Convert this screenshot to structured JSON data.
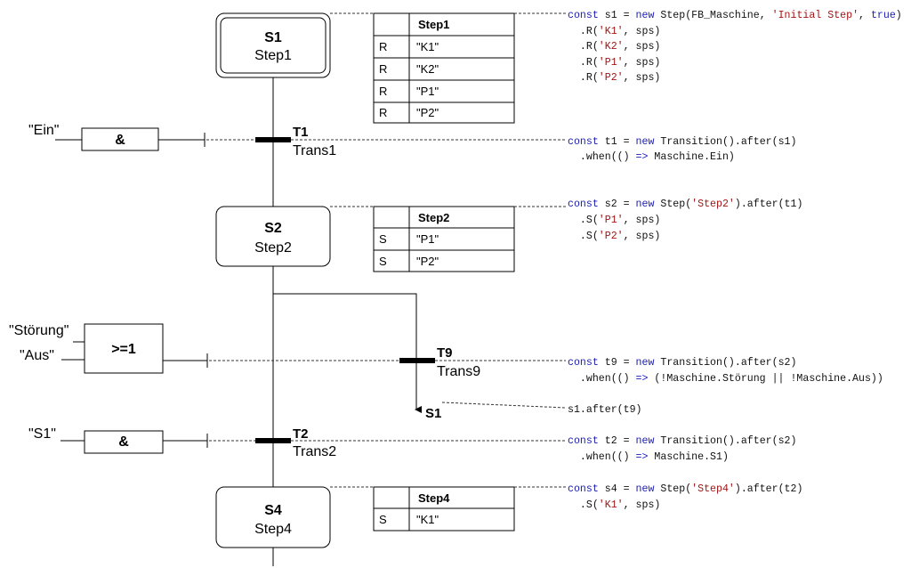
{
  "colors": {
    "keyword": "#1c1cb4",
    "string": "#a31515",
    "text": "#111111"
  },
  "steps": [
    {
      "name": "S1",
      "label": "Step1",
      "initial": true
    },
    {
      "name": "S2",
      "label": "Step2"
    },
    {
      "name": "S4",
      "label": "Step4"
    }
  ],
  "transitions": [
    {
      "name": "T1",
      "label": "Trans1"
    },
    {
      "name": "T9",
      "label": "Trans9",
      "jump_target": "S1"
    },
    {
      "name": "T2",
      "label": "Trans2"
    }
  ],
  "conditions": [
    {
      "gate": "&",
      "inputs": [
        "\"Ein\""
      ]
    },
    {
      "gate": ">=1",
      "inputs": [
        "\"Störung\"",
        "\"Aus\""
      ]
    },
    {
      "gate": "&",
      "inputs": [
        "\"S1\""
      ]
    }
  ],
  "action_tables": [
    {
      "title": "Step1",
      "rows": [
        [
          "R",
          "\"K1\""
        ],
        [
          "R",
          "\"K2\""
        ],
        [
          "R",
          "\"P1\""
        ],
        [
          "R",
          "\"P2\""
        ]
      ]
    },
    {
      "title": "Step2",
      "rows": [
        [
          "S",
          "\"P1\""
        ],
        [
          "S",
          "\"P2\""
        ]
      ]
    },
    {
      "title": "Step4",
      "rows": [
        [
          "S",
          "\"K1\""
        ]
      ]
    }
  ],
  "code_lines": [
    [
      {
        "t": "const",
        "c": "kw"
      },
      {
        "t": " s1 = "
      },
      {
        "t": "new",
        "c": "kw"
      },
      {
        "t": " Step(FB_Maschine, "
      },
      {
        "t": "'Initial Step'",
        "c": "str"
      },
      {
        "t": ", "
      },
      {
        "t": "true",
        "c": "kw"
      },
      {
        "t": ")"
      }
    ],
    [
      {
        "t": "  .R("
      },
      {
        "t": "'K1'",
        "c": "str"
      },
      {
        "t": ", sps)"
      }
    ],
    [
      {
        "t": "  .R("
      },
      {
        "t": "'K2'",
        "c": "str"
      },
      {
        "t": ", sps)"
      }
    ],
    [
      {
        "t": "  .R("
      },
      {
        "t": "'P1'",
        "c": "str"
      },
      {
        "t": ", sps)"
      }
    ],
    [
      {
        "t": "  .R("
      },
      {
        "t": "'P2'",
        "c": "str"
      },
      {
        "t": ", sps)"
      }
    ],
    [
      {
        "t": "const",
        "c": "kw"
      },
      {
        "t": " t1 = "
      },
      {
        "t": "new",
        "c": "kw"
      },
      {
        "t": " Transition().after(s1)"
      }
    ],
    [
      {
        "t": "  .when(() "
      },
      {
        "t": "=>",
        "c": "kw"
      },
      {
        "t": " Maschine.Ein)"
      }
    ],
    [
      {
        "t": "const",
        "c": "kw"
      },
      {
        "t": " s2 = "
      },
      {
        "t": "new",
        "c": "kw"
      },
      {
        "t": " Step("
      },
      {
        "t": "'Step2'",
        "c": "str"
      },
      {
        "t": ").after(t1)"
      }
    ],
    [
      {
        "t": "  .S("
      },
      {
        "t": "'P1'",
        "c": "str"
      },
      {
        "t": ", sps)"
      }
    ],
    [
      {
        "t": "  .S("
      },
      {
        "t": "'P2'",
        "c": "str"
      },
      {
        "t": ", sps)"
      }
    ],
    [
      {
        "t": "const",
        "c": "kw"
      },
      {
        "t": " t9 = "
      },
      {
        "t": "new",
        "c": "kw"
      },
      {
        "t": " Transition().after(s2)"
      }
    ],
    [
      {
        "t": "  .when(() "
      },
      {
        "t": "=>",
        "c": "kw"
      },
      {
        "t": " (!Maschine.Störung || !Maschine.Aus))"
      }
    ],
    [
      {
        "t": "s1.after(t9)"
      }
    ],
    [
      {
        "t": "const",
        "c": "kw"
      },
      {
        "t": " t2 = "
      },
      {
        "t": "new",
        "c": "kw"
      },
      {
        "t": " Transition().after(s2)"
      }
    ],
    [
      {
        "t": "  .when(() "
      },
      {
        "t": "=>",
        "c": "kw"
      },
      {
        "t": " Maschine.S1)"
      }
    ],
    [
      {
        "t": "const",
        "c": "kw"
      },
      {
        "t": " s4 = "
      },
      {
        "t": "new",
        "c": "kw"
      },
      {
        "t": " Step("
      },
      {
        "t": "'Step4'",
        "c": "str"
      },
      {
        "t": ").after(t2)"
      }
    ],
    [
      {
        "t": "  .S("
      },
      {
        "t": "'K1'",
        "c": "str"
      },
      {
        "t": ", sps)"
      }
    ]
  ]
}
